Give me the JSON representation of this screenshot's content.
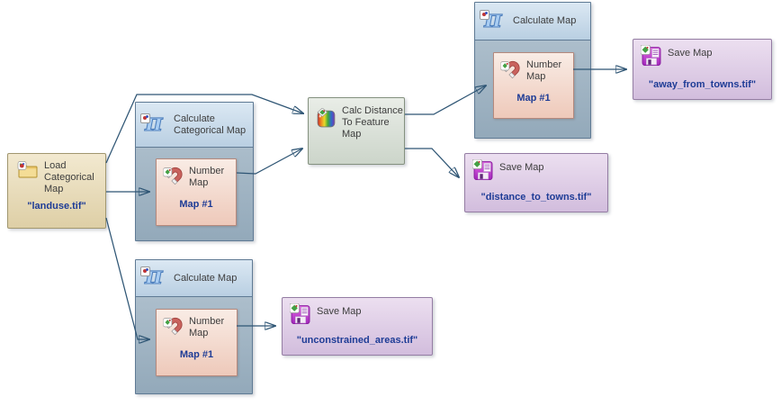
{
  "nodes": {
    "load": {
      "title": "Load Categorical Map",
      "value": "\"landuse.tif\"",
      "icon": "folder-icon"
    },
    "calc_categorical": {
      "title": "Calculate Categorical Map",
      "icon": "pi-icon",
      "inner": {
        "title": "Number Map",
        "value": "Map #1",
        "icon": "magnet-icon"
      }
    },
    "calc_distance": {
      "title": "Calc Distance To Feature Map",
      "icon": "rainbow-map-icon"
    },
    "calc_map_top": {
      "title": "Calculate Map",
      "icon": "pi-icon",
      "inner": {
        "title": "Number Map",
        "value": "Map #1",
        "icon": "magnet-icon"
      }
    },
    "calc_map_bottom": {
      "title": "Calculate Map",
      "icon": "pi-icon",
      "inner": {
        "title": "Number Map",
        "value": "Map #1",
        "icon": "magnet-icon"
      }
    },
    "save_away": {
      "title": "Save Map",
      "value": "\"away_from_towns.tif\"",
      "icon": "floppy-icon"
    },
    "save_distance": {
      "title": "Save Map",
      "value": "\"distance_to_towns.tif\"",
      "icon": "floppy-icon"
    },
    "save_unconstrained": {
      "title": "Save Map",
      "value": "\"unconstrained_areas.tif\"",
      "icon": "floppy-icon"
    }
  },
  "colors": {
    "edge": "#2e5574",
    "value_text": "#1e3c96",
    "title_text": "#3d3d3d",
    "container_header": "#c9dbec",
    "container_body": "#a3b7c7",
    "inner_node": "#f1d8cc",
    "save_node": "#ddc9e5",
    "load_node": "#e8dcbb",
    "distance_node": "#dae1d8"
  }
}
